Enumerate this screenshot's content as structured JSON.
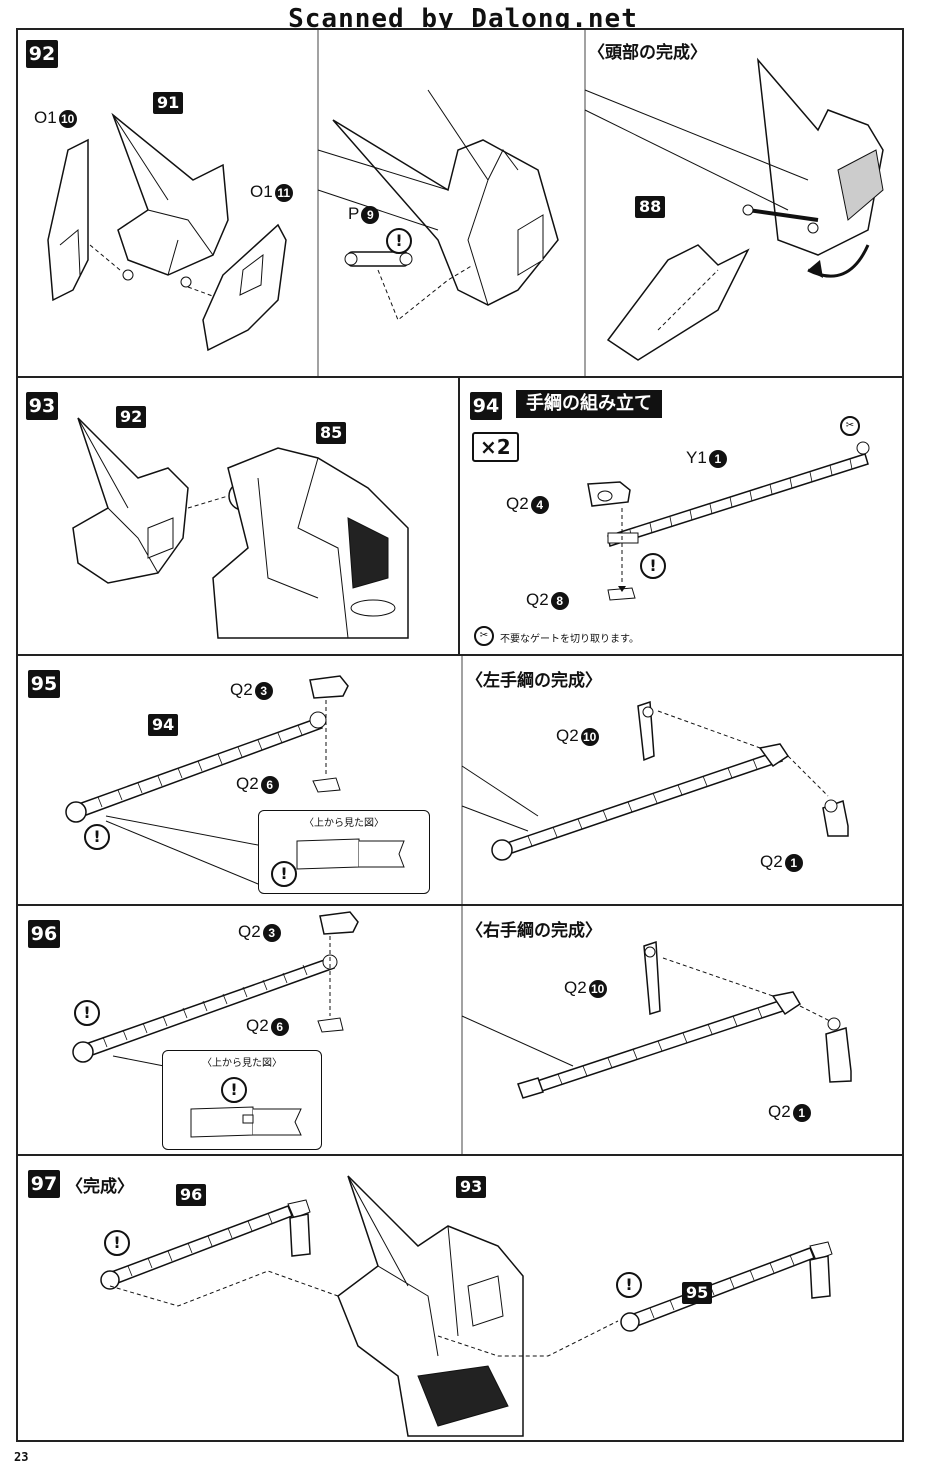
{
  "watermark": "Scanned by Dalong.net",
  "page_number": "23",
  "steps": {
    "s92": {
      "num": "92",
      "title": "〈頭部の完成〉",
      "tags": [
        "91",
        "88"
      ],
      "labels": {
        "o1_10_a": "O1",
        "o1_10_b": "10",
        "o1_11_a": "O1",
        "o1_11_b": "11",
        "p9_a": "P",
        "p9_b": "9"
      }
    },
    "s93": {
      "num": "93",
      "tags": [
        "92",
        "85"
      ]
    },
    "s94": {
      "num": "94",
      "heading": "手綱の組み立て",
      "multiplier": "×2",
      "labels": {
        "y1_a": "Y1",
        "y1_b": "1",
        "q2_4_a": "Q2",
        "q2_4_b": "4",
        "q2_8_a": "Q2",
        "q2_8_b": "8"
      },
      "note": "不要なゲートを切り取ります。"
    },
    "s95": {
      "num": "95",
      "title": "〈左手綱の完成〉",
      "tags": [
        "94"
      ],
      "labels": {
        "q2_3_a": "Q2",
        "q2_3_b": "3",
        "q2_6_a": "Q2",
        "q2_6_b": "6",
        "q2_10_a": "Q2",
        "q2_10_b": "10",
        "q2_1_a": "Q2",
        "q2_1_b": "1"
      },
      "inset_title": "〈上から見た図〉"
    },
    "s96": {
      "num": "96",
      "title": "〈右手綱の完成〉",
      "labels": {
        "q2_3_a": "Q2",
        "q2_3_b": "3",
        "q2_6_a": "Q2",
        "q2_6_b": "6",
        "q2_10_a": "Q2",
        "q2_10_b": "10",
        "q2_1_a": "Q2",
        "q2_1_b": "1"
      },
      "inset_title": "〈上から見た図〉"
    },
    "s97": {
      "num": "97",
      "title": "〈完成〉",
      "tags": [
        "96",
        "93",
        "95"
      ]
    }
  },
  "warning_symbol": "!"
}
